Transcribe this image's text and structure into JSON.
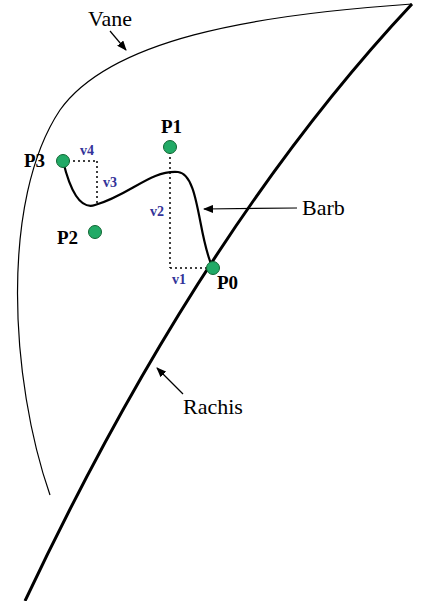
{
  "diagram": {
    "labels": [
      "Vane",
      "P3",
      "v4",
      "P1",
      "v3",
      "P2",
      "v2",
      "Barb",
      "v1",
      "P0",
      "Rachis"
    ]
  }
}
